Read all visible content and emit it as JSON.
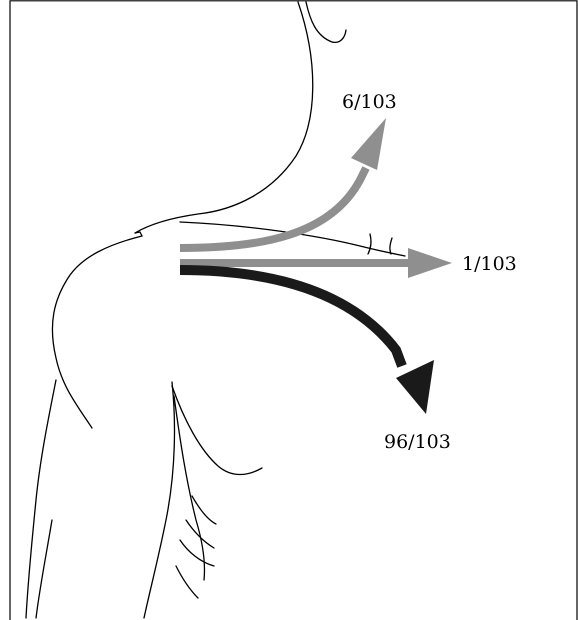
{
  "figure": {
    "arrows": [
      {
        "label": "6/103",
        "fraction": 0.0583,
        "direction": "upward",
        "color": "#8f8f8f"
      },
      {
        "label": "1/103",
        "fraction": 0.0097,
        "direction": "horizontal",
        "color": "#8f8f8f"
      },
      {
        "label": "96/103",
        "fraction": 0.932,
        "direction": "downward",
        "color": "#1a1a1a"
      }
    ]
  }
}
